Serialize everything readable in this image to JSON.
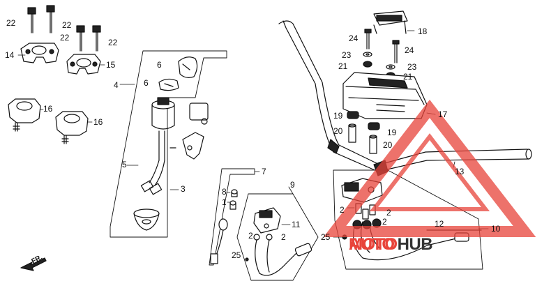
{
  "diagram": {
    "direction_label": "FR.",
    "callouts": {
      "c22a": "22",
      "c22b": "22",
      "c22c": "22",
      "c22d": "22",
      "c14": "14",
      "c15": "15",
      "c16a": "16",
      "c16b": "16",
      "c4": "4",
      "c6a": "6",
      "c6b": "6",
      "c5": "5",
      "c3": "3",
      "c7": "7",
      "c8": "8",
      "c1": "1",
      "c9": "9",
      "c11": "11",
      "c2a": "2",
      "c2b": "2",
      "c25a": "25",
      "c18": "18",
      "c24a": "24",
      "c24b": "24",
      "c23a": "23",
      "c23b": "23",
      "c21a": "21",
      "c21b": "21",
      "c17": "17",
      "c19a": "19",
      "c19b": "19",
      "c20a": "20",
      "c20b": "20",
      "c13": "13",
      "c2c": "2",
      "c2d": "2",
      "c2e": "2",
      "c25b": "25",
      "c12": "12",
      "c10": "10"
    }
  },
  "watermark": {
    "parts": [
      "AUTO",
      "MOTO",
      "HUB"
    ],
    "colors": {
      "primary": "#e8443a",
      "secondary": "#333333",
      "logo": "#e8443a"
    }
  }
}
